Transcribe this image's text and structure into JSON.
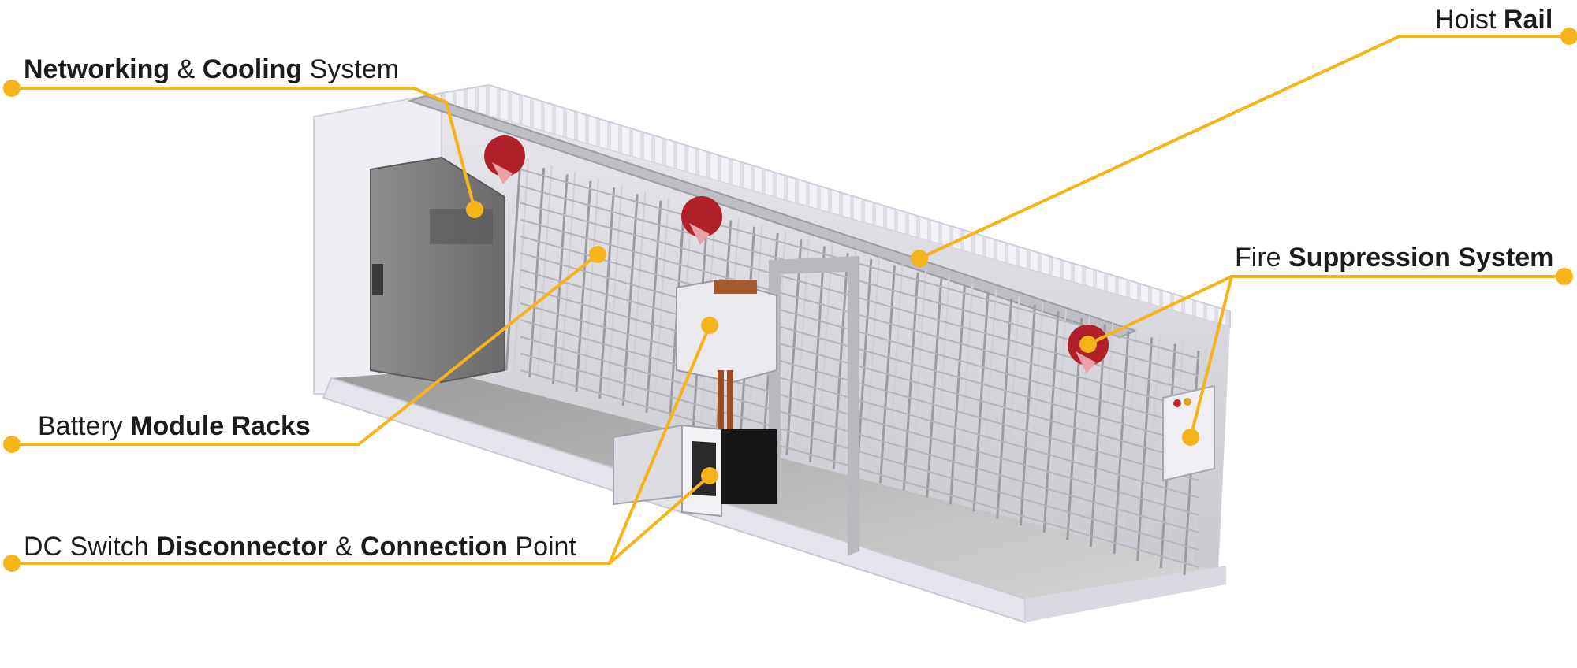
{
  "accent_color": "#f4b41a",
  "callouts": [
    {
      "id": "hoist",
      "parts": [
        {
          "text": "Hoist ",
          "bold": false
        },
        {
          "text": "Rail",
          "bold": true
        }
      ]
    },
    {
      "id": "networking",
      "parts": [
        {
          "text": "Networking",
          "bold": true
        },
        {
          "text": " & ",
          "bold": false
        },
        {
          "text": "Cooling",
          "bold": true
        },
        {
          "text": " System",
          "bold": false
        }
      ]
    },
    {
      "id": "fire",
      "parts": [
        {
          "text": "Fire ",
          "bold": false
        },
        {
          "text": "Suppression System",
          "bold": true
        }
      ]
    },
    {
      "id": "battery",
      "parts": [
        {
          "text": "Battery ",
          "bold": false
        },
        {
          "text": "Module Racks",
          "bold": true
        }
      ]
    },
    {
      "id": "dc",
      "parts": [
        {
          "text": "DC Switch ",
          "bold": false
        },
        {
          "text": "Disconnector",
          "bold": true
        },
        {
          "text": " & ",
          "bold": false
        },
        {
          "text": "Connection",
          "bold": true
        },
        {
          "text": " Point",
          "bold": false
        }
      ]
    }
  ]
}
